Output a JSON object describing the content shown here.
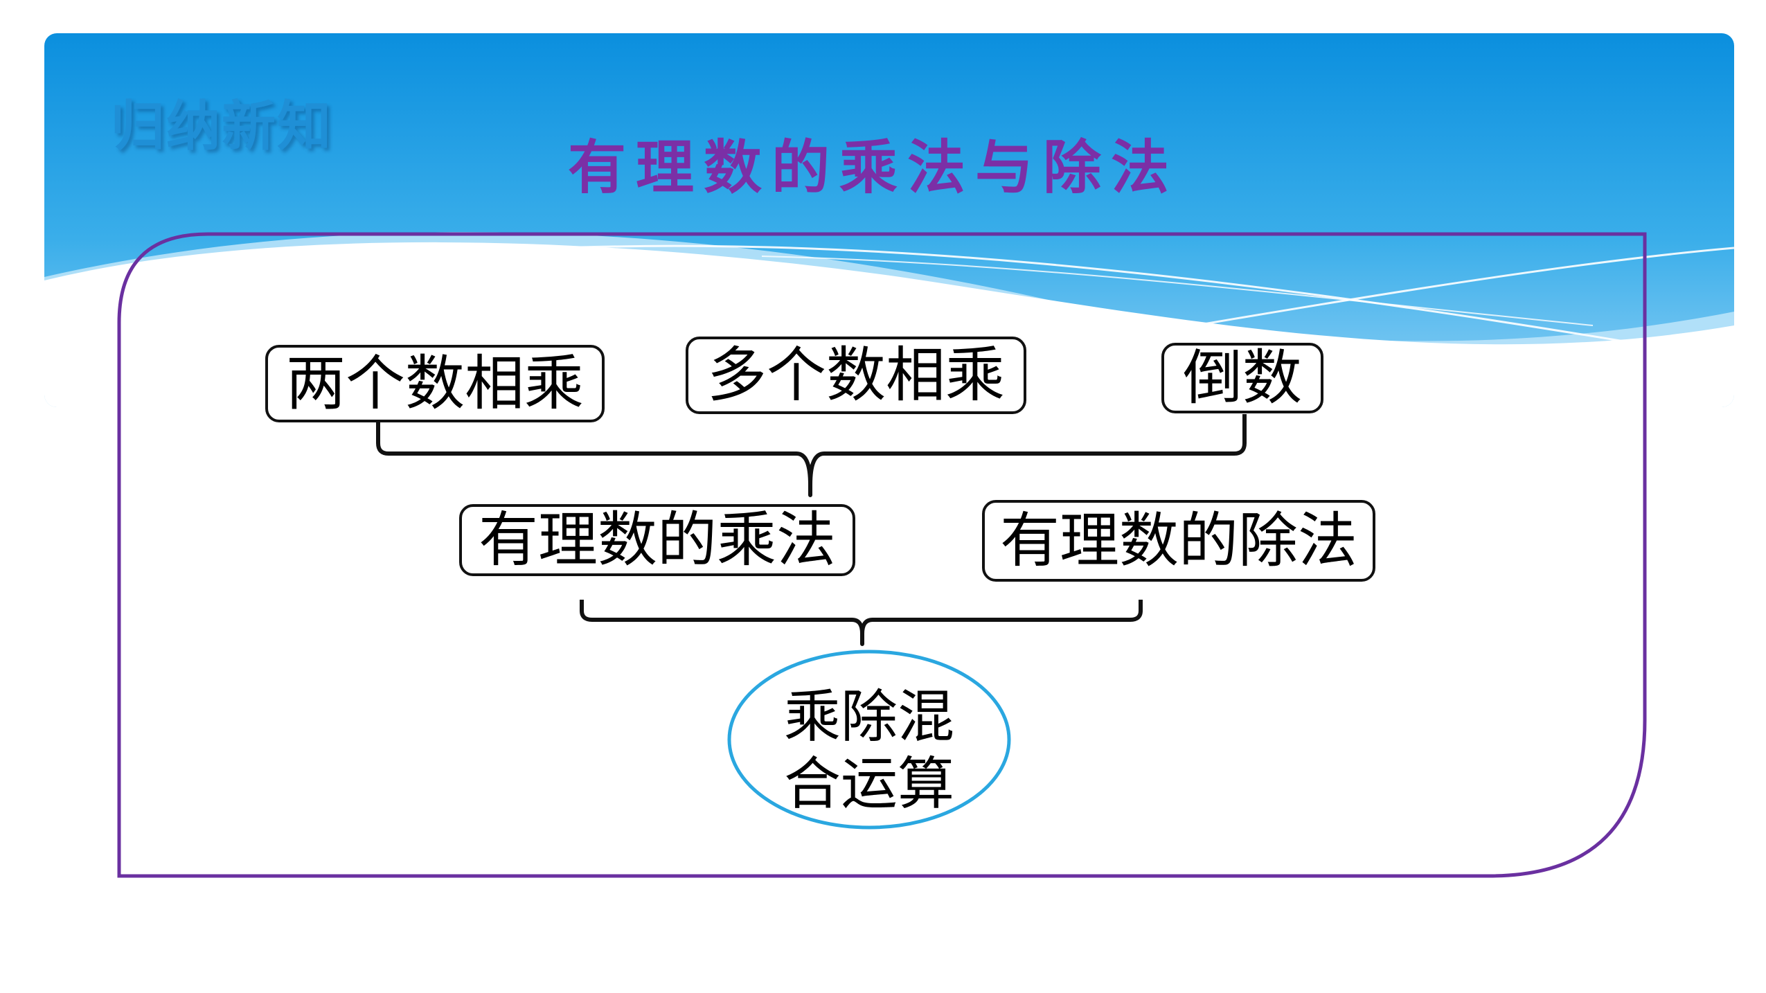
{
  "header": {
    "section_label": "归纳新知",
    "title": "有理数的乘法与除法"
  },
  "diagram": {
    "top_nodes": [
      {
        "label": "两个数相乘"
      },
      {
        "label": "多个数相乘"
      },
      {
        "label": "倒数"
      }
    ],
    "middle_nodes": [
      {
        "label": "有理数的乘法"
      },
      {
        "label": "有理数的除法"
      }
    ],
    "result_node": {
      "line1": "乘除混",
      "line2": "合运算"
    }
  },
  "colors": {
    "header_gradient_top": "#0b8fde",
    "header_gradient_bottom": "#8fd0f5",
    "section_label": "#1f8fd6",
    "title": "#7b2fa6",
    "frame_border": "#6a30a0",
    "node_border": "#111111",
    "oval_border": "#2aa7e0",
    "connector": "#111111"
  }
}
